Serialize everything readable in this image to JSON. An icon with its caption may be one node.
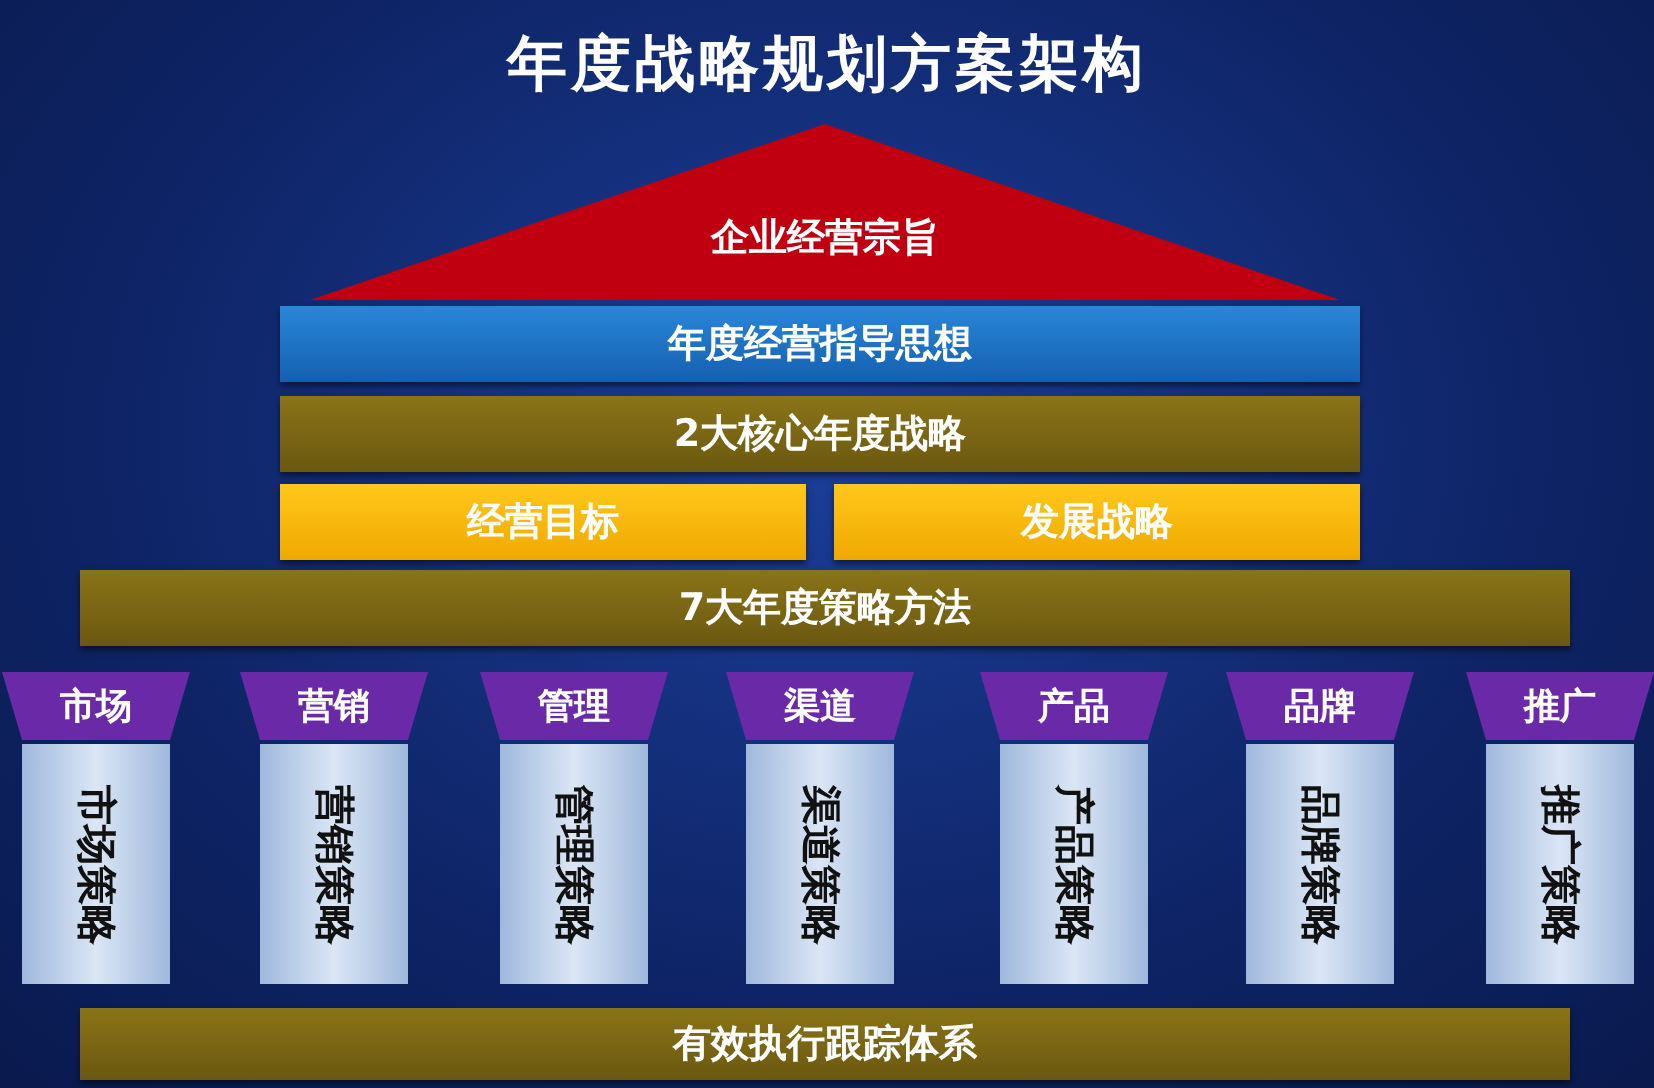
{
  "diagram": {
    "title": "年度战略规划方案架构",
    "nodes": [
      {
        "text": [
          "企业经营宗旨"
        ]
      },
      {
        "text": [
          "年度经营指导思想"
        ]
      },
      {
        "text": [
          "2大核心年度战略"
        ]
      },
      {
        "text": [
          "经营目标"
        ]
      },
      {
        "text": [
          "发展战略"
        ]
      },
      {
        "text": [
          "7大年度策略方法"
        ]
      },
      {
        "text": [
          "市场"
        ]
      },
      {
        "text": [
          "营销"
        ]
      },
      {
        "text": [
          "管理"
        ]
      },
      {
        "text": [
          "渠道"
        ]
      },
      {
        "text": [
          "产品"
        ]
      },
      {
        "text": [
          "品牌"
        ]
      },
      {
        "text": [
          "推广"
        ]
      },
      {
        "text": [
          "市场策略"
        ]
      },
      {
        "text": [
          "营销策略"
        ]
      },
      {
        "text": [
          "管理策略"
        ]
      },
      {
        "text": [
          "渠道策略"
        ]
      },
      {
        "text": [
          "产品策略"
        ]
      },
      {
        "text": [
          "品牌策略"
        ]
      },
      {
        "text": [
          "推广策略"
        ]
      },
      {
        "text": [
          "有效执行跟踪体系"
        ]
      }
    ],
    "edges": []
  }
}
